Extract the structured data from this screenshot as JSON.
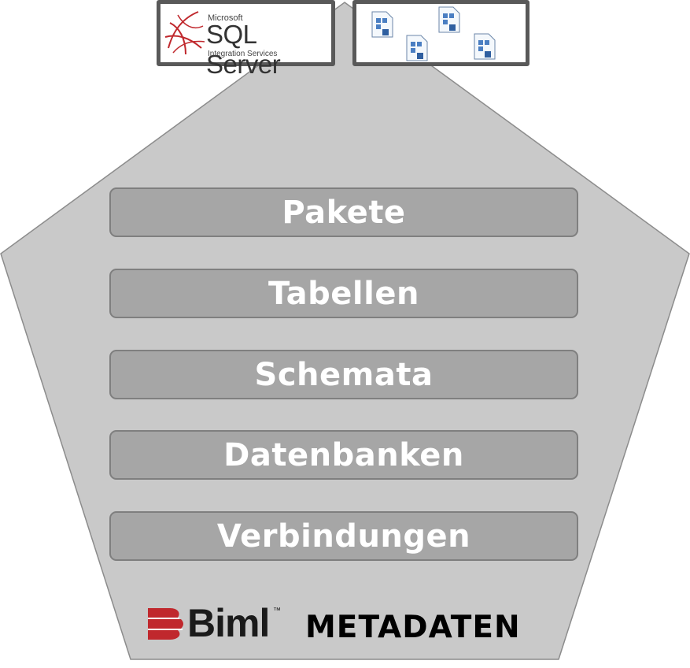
{
  "layers": [
    {
      "label": "Pakete"
    },
    {
      "label": "Tabellen"
    },
    {
      "label": "Schemata"
    },
    {
      "label": "Datenbanken"
    },
    {
      "label": "Verbindungen"
    }
  ],
  "sql_logo": {
    "company": "Microsoft",
    "product": "SQL Server",
    "subtitle": "Integration Services"
  },
  "package_icons": [
    "package-file-icon",
    "package-file-icon",
    "package-file-icon",
    "package-file-icon"
  ],
  "footer": {
    "brand": "Biml",
    "brand_tm": "™",
    "label": "METADATEN"
  },
  "colors": {
    "pentagon_fill": "#c9c9c9",
    "pentagon_stroke": "#8c8c8c",
    "layer_fill": "#a6a6a6",
    "layer_text": "#ffffff",
    "logo_border": "#595959",
    "biml_red": "#c0282d"
  }
}
